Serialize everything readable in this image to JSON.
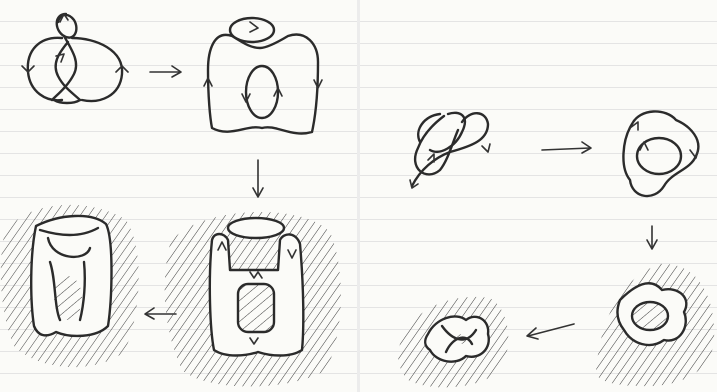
{
  "figure": {
    "panels": [
      {
        "id": "left-sequence",
        "steps": [
          "knot-diagram",
          "seifert-circles",
          "spanning-surface",
          "seifert-surface"
        ]
      },
      {
        "id": "right-sequence",
        "steps": [
          "trefoil-diagram",
          "seifert-circles",
          "spanning-surface",
          "seifert-surface"
        ]
      }
    ],
    "ink_color": "#2b2b2b",
    "paper_color": "#fbfbf8",
    "rule_color": "#e4e4e4"
  }
}
